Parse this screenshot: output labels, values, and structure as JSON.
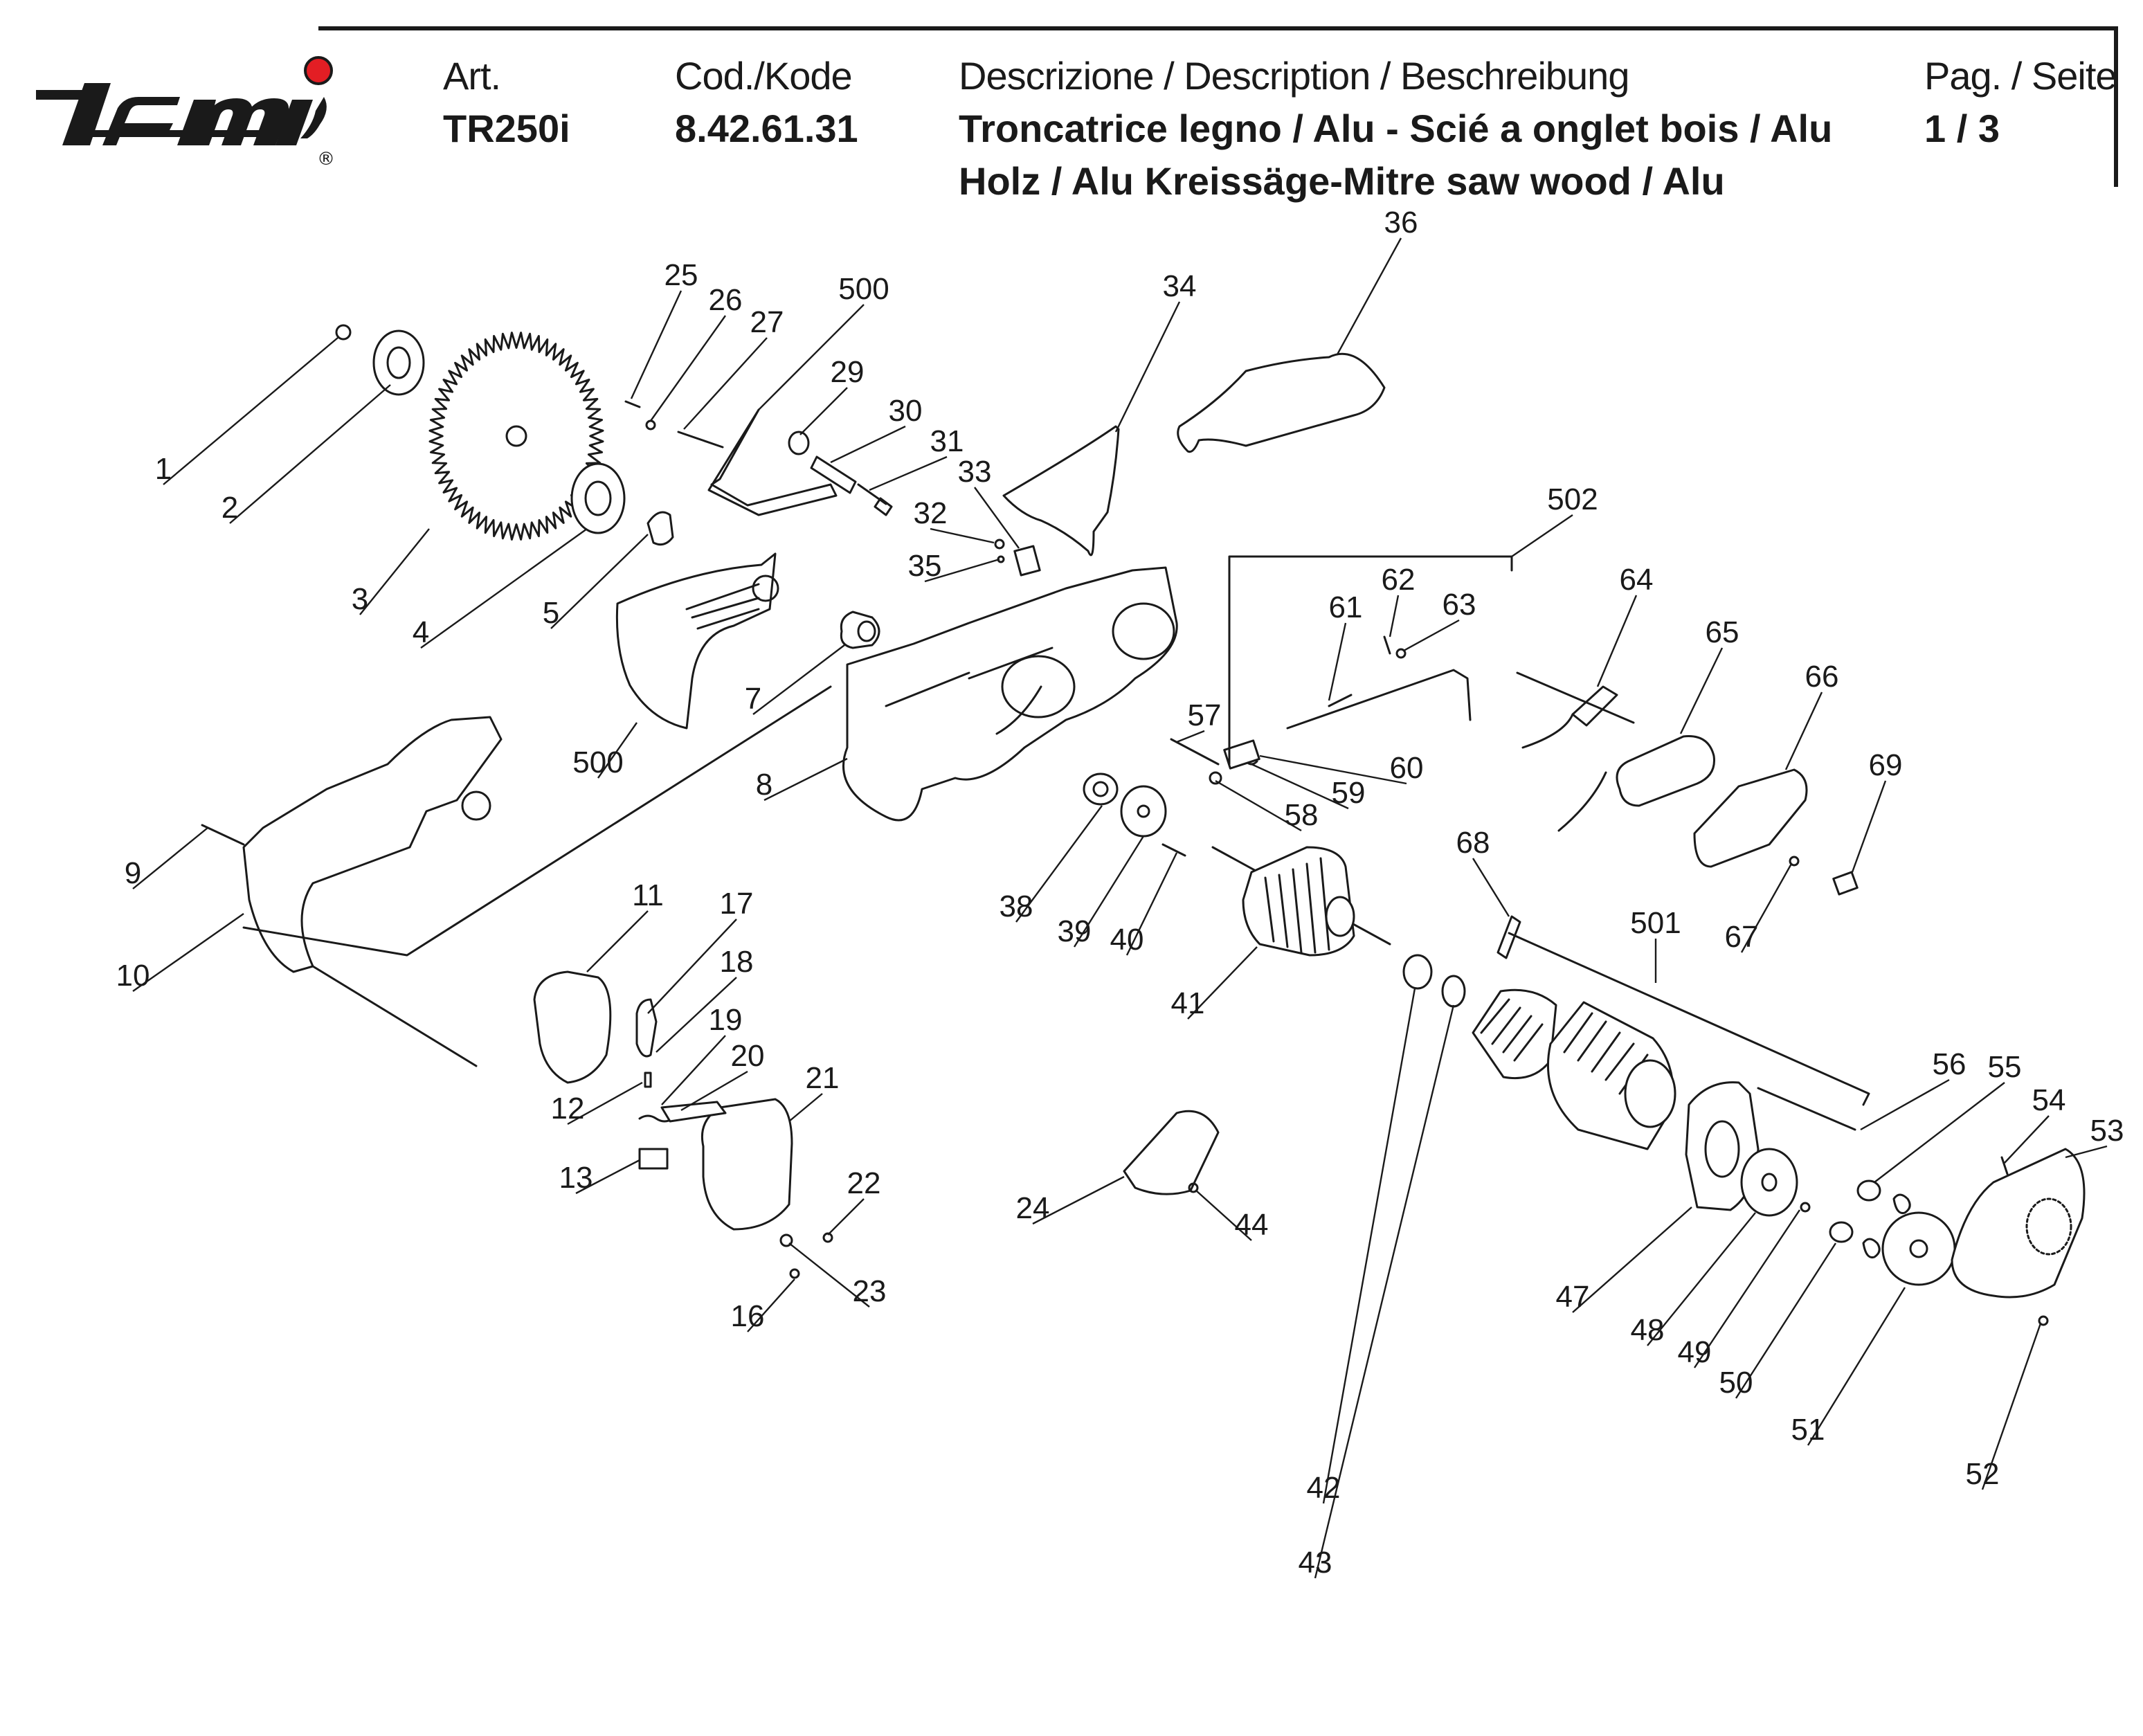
{
  "header": {
    "logo_text": "femi",
    "art_label": "Art.",
    "art_value": "TR250i",
    "code_label": "Cod./Kode",
    "code_value": "8.42.61.31",
    "desc_label": "Descrizione / Description / Beschreibung",
    "desc_line1": "Troncatrice legno / Alu - Scié a onglet bois / Alu",
    "desc_line2": "Holz / Alu Kreissäge-Mitre saw wood / Alu",
    "page_label": "Pag. / Seite",
    "page_value": "1 / 3"
  },
  "colors": {
    "ink": "#1a1a1a",
    "logo_dot": "#e31e24"
  },
  "parts": [
    "1",
    "2",
    "3",
    "4",
    "5",
    "7",
    "8",
    "9",
    "10",
    "11",
    "12",
    "13",
    "16",
    "17",
    "18",
    "19",
    "20",
    "21",
    "22",
    "23",
    "24",
    "25",
    "26",
    "27",
    "29",
    "30",
    "31",
    "32",
    "33",
    "34",
    "35",
    "36",
    "38",
    "39",
    "40",
    "41",
    "42",
    "43",
    "44",
    "47",
    "48",
    "49",
    "50",
    "51",
    "52",
    "53",
    "54",
    "55",
    "56",
    "57",
    "58",
    "59",
    "60",
    "61",
    "62",
    "63",
    "64",
    "65",
    "66",
    "67",
    "68",
    "69",
    "500",
    "501",
    "502"
  ]
}
